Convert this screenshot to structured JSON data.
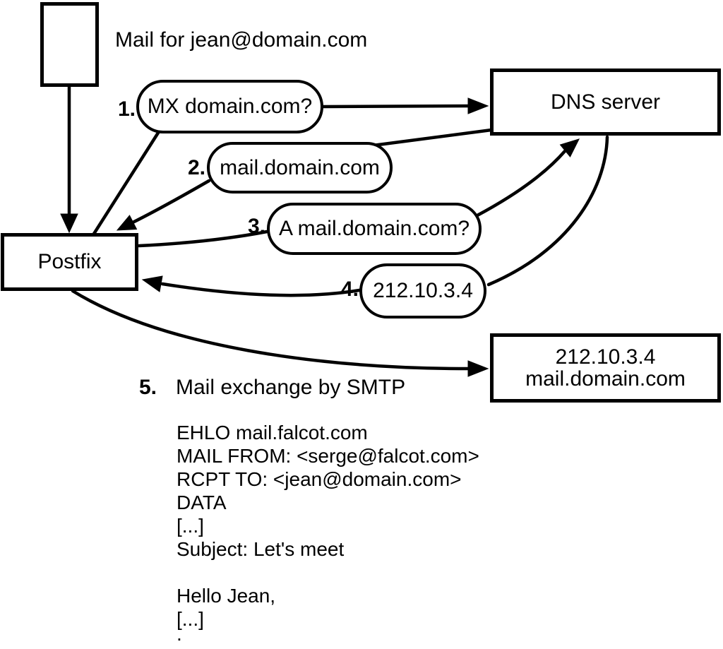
{
  "colors": {
    "ink": "#000000",
    "background": "#ffffff"
  },
  "mail_label": "Mail for jean@domain.com",
  "nodes": {
    "postfix": "Postfix",
    "dns": "DNS server",
    "target": {
      "line1": "212.10.3.4",
      "line2": "mail.domain.com"
    }
  },
  "steps": [
    {
      "num": "1.",
      "text": "MX domain.com?"
    },
    {
      "num": "2.",
      "text": "mail.domain.com"
    },
    {
      "num": "3.",
      "text": "A mail.domain.com?"
    },
    {
      "num": "4.",
      "text": "212.10.3.4"
    },
    {
      "num": "5.",
      "text": "Mail exchange by SMTP"
    }
  ],
  "smtp_session": {
    "lines": [
      "EHLO mail.falcot.com",
      "MAIL FROM: <serge@falcot.com>",
      "RCPT TO: <jean@domain.com>",
      "DATA",
      "[...]",
      "Subject: Let's meet",
      "",
      "Hello Jean,",
      "[...]",
      "."
    ]
  }
}
